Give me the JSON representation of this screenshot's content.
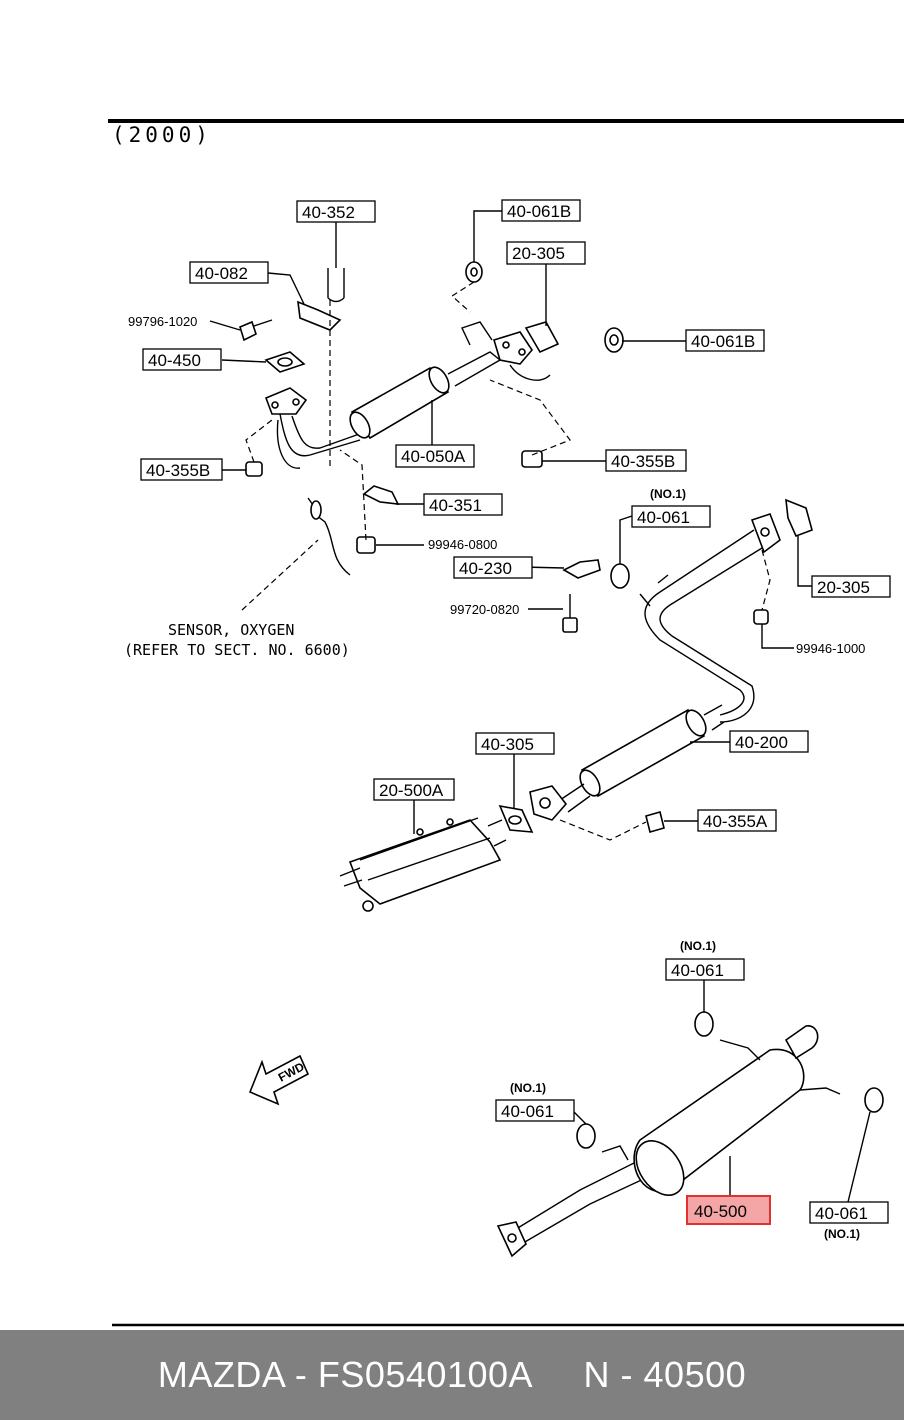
{
  "year_heading": "(2000)",
  "labels": {
    "l40352": "40-352",
    "l40061B_top": "40-061B",
    "l20305_top": "20-305",
    "l40082": "40-082",
    "l99796": "99796-1020",
    "l40450": "40-450",
    "l40061B_right": "40-061B",
    "l40050A": "40-050A",
    "l40355B_left": "40-355B",
    "l40355B_right": "40-355B",
    "l40351": "40-351",
    "l99946_0800": "99946-0800",
    "l40061_mid": "40-061",
    "l20305_mid": "20-305",
    "l40230": "40-230",
    "l99720": "99720-0820",
    "l99946_1000": "99946-1000",
    "l40200": "40-200",
    "l40305": "40-305",
    "l20500A": "20-500A",
    "l40355A": "40-355A",
    "l40061_top_right": "40-061",
    "l40061_left": "40-061",
    "l40500": "40-500",
    "l40061_right": "40-061"
  },
  "no1_markers": {
    "mid": "(NO.1)",
    "top_right": "(NO.1)",
    "left": "(NO.1)",
    "right": "(NO.1)"
  },
  "sensor_note": {
    "line1": "SENSOR, OXYGEN",
    "line2": "(REFER TO SECT. NO. 6600)"
  },
  "fwd_label": "FWD",
  "highlight_part": "40-500",
  "colors": {
    "highlight_fill": "#f4a6a6",
    "highlight_stroke": "#e0302f",
    "footer_bg": "#808080",
    "footer_text": "#ffffff"
  },
  "footer": {
    "text": "MAZDA - FS0540100A     N - 40500"
  }
}
